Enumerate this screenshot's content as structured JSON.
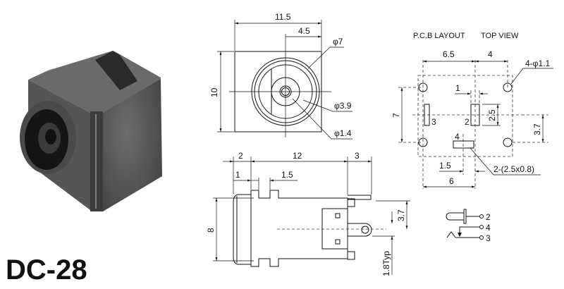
{
  "product": {
    "model": "DC-28"
  },
  "front_view": {
    "width": "11.5",
    "offset": "4.5",
    "height": "10",
    "outer_dia": "φ7",
    "mid_dia": "φ3.9",
    "pin_dia": "φ1.4"
  },
  "pcb_layout": {
    "title": "P.C.B LAYOUT",
    "view": "TOP VIEW",
    "dim_left": "6.5",
    "dim_right": "4",
    "holes": "4-φ1.1",
    "dim_vertical": "7",
    "dim_pad_gap": "1",
    "dim_pad_len": "2.5",
    "dim_offset": "3.7",
    "dim_small": "1.5",
    "dim_bottom": "6",
    "pads": "2-(2.5x0.8)",
    "pin_labels": [
      "3",
      "2",
      "4"
    ]
  },
  "side_view": {
    "dim_flange": "2",
    "dim_body": "12",
    "dim_tail": "3",
    "dim_a": "1",
    "dim_b": "1.5",
    "dim_height": "8",
    "dim_offset": "3.7",
    "dim_typ": "1.8Typ"
  },
  "schematic": {
    "pins": [
      "2",
      "4",
      "3"
    ]
  }
}
